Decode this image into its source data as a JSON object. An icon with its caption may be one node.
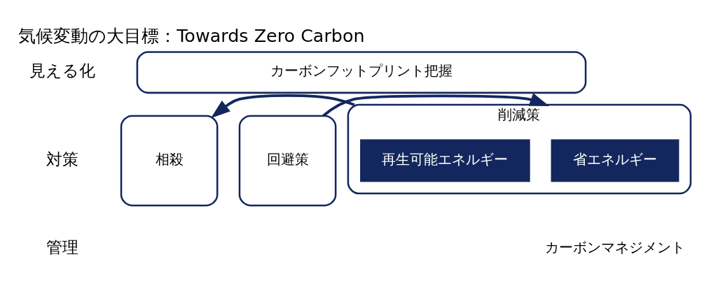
{
  "diagram": {
    "title": "気候変動の大目標：Towards Zero Carbon",
    "nodes": [
      {
        "text": [
          "カーボンフットプリント把握"
        ]
      },
      {
        "text": [
          "回避策"
        ]
      },
      {
        "text": [
          "削減策"
        ]
      },
      {
        "text": [
          "省エネルギー"
        ],
        "in": 2
      },
      {
        "text": [
          "再生可能エネルギー"
        ],
        "in": 2
      },
      {
        "text": [
          "相殺"
        ]
      }
    ],
    "edges": [
      {
        "from": 1,
        "to": 2,
        "arrow": "to"
      },
      {
        "from": 2,
        "to": 5,
        "arrow": "to"
      }
    ],
    "labels": [
      "見える化",
      "対策",
      "管理",
      "カーボンマネジメント"
    ]
  }
}
